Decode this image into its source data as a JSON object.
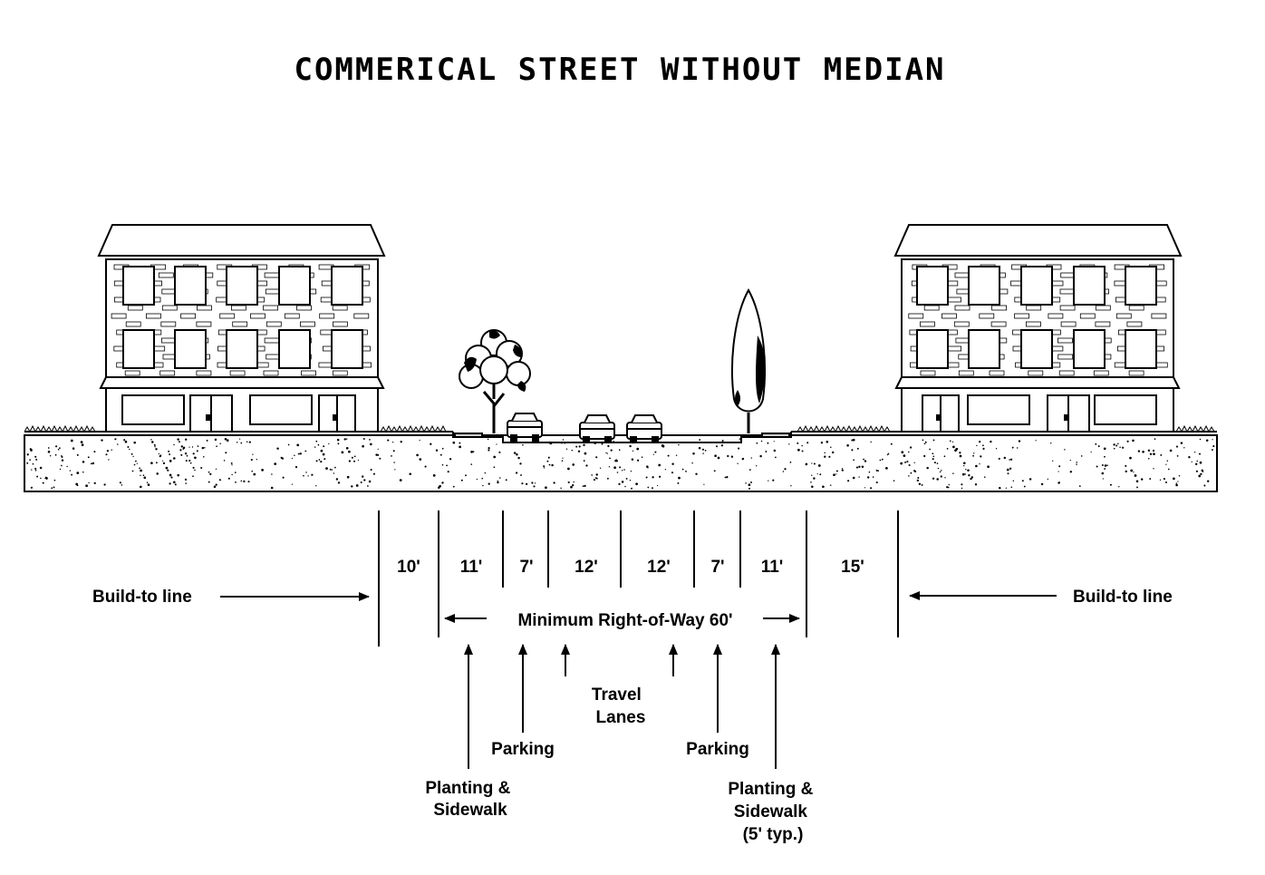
{
  "title": "COMMERICAL STREET WITHOUT MEDIAN",
  "segments": [
    "10'",
    "11'",
    "7'",
    "12'",
    "12'",
    "7'",
    "11'",
    "15'"
  ],
  "build_to_line_left": "Build-to line",
  "build_to_line_right": "Build-to line",
  "right_of_way": "Minimum Right-of-Way 60'",
  "callouts": {
    "travel_lanes": [
      "Travel",
      "Lanes"
    ],
    "parking_left": "Parking",
    "parking_right": "Parking",
    "planting_left": [
      "Planting &",
      "Sidewalk"
    ],
    "planting_right": [
      "Planting &",
      "Sidewalk",
      "(5' typ.)"
    ]
  },
  "colors": {
    "ink": "#000000",
    "paper": "#ffffff"
  }
}
